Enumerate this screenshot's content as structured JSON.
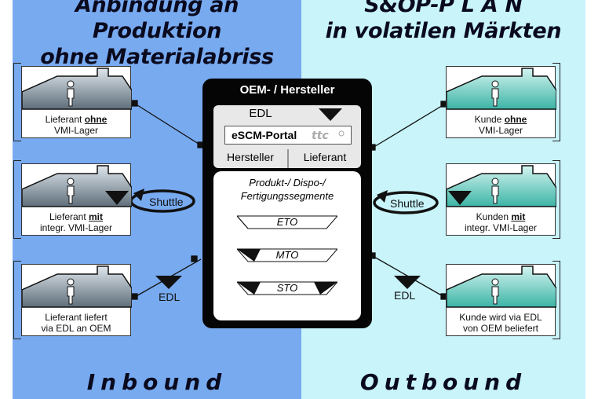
{
  "colors": {
    "inbound_bg": "#78aaf0",
    "outbound_bg": "#c8f4fa",
    "oem_bg": "#050505",
    "supplier_building": "#5e6e7a",
    "customer_building": "#3cb4a6"
  },
  "inbound": {
    "title_line1": "Anbindung an Produktion",
    "title_line2": "ohne Materialabriss",
    "footer": "Inbound",
    "cards": [
      {
        "pre": "Lieferant ",
        "bold": "ohne",
        "post": "",
        "line2": "VMI-Lager"
      },
      {
        "pre": "Lieferant ",
        "bold": "mit",
        "post": "",
        "line2": "integr. VMI-Lager"
      },
      {
        "pre": "Lieferant liefert",
        "bold": "",
        "post": "",
        "line2": "via EDL an OEM"
      }
    ],
    "shuttle_label": "Shuttle",
    "edl_label": "EDL"
  },
  "outbound": {
    "title_line1": "S&OP-P L A N",
    "title_line2": "in volatilen Märkten",
    "footer": "Outbound",
    "cards": [
      {
        "pre": "Kunde ",
        "bold": "ohne",
        "post": "",
        "line2": "VMI-Lager"
      },
      {
        "pre": "Kunden ",
        "bold": "mit",
        "post": "",
        "line2": "integr. VMI-Lager"
      },
      {
        "pre": "Kunde wird via EDL",
        "bold": "",
        "post": "",
        "line2": "von OEM beliefert"
      }
    ],
    "shuttle_label": "Shuttle",
    "edl_label": "EDL"
  },
  "oem": {
    "title": "OEM- / Hersteller",
    "edl": "EDL",
    "portal": "eSCM-Portal",
    "hersteller": "Hersteller",
    "lieferant": "Lieferant",
    "segments_title_1": "Produkt-/ Dispo-/",
    "segments_title_2": "Fertigungssegmente",
    "segments": [
      "ETO",
      "MTO",
      "STO"
    ]
  }
}
